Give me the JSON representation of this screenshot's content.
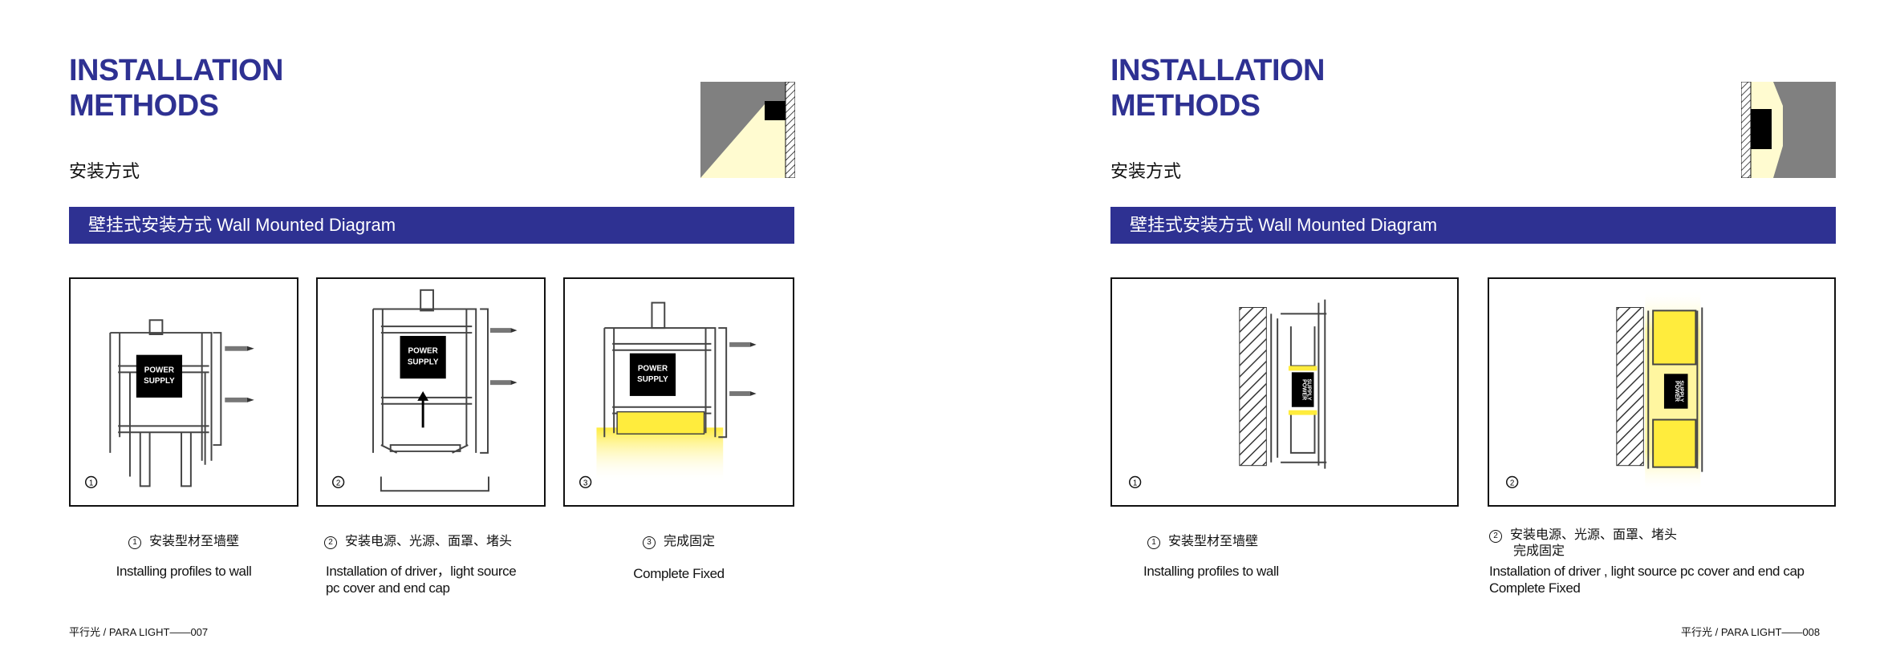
{
  "pages": [
    {
      "title_line1": "INSTALLATION",
      "title_line2": "METHODS",
      "subtitle": "安装方式",
      "bar_text": "壁挂式安装方式    Wall Mounted Diagram",
      "panels": [
        {
          "num": "1",
          "supply_line1": "POWER",
          "supply_line2": "SUPPLY"
        },
        {
          "num": "2",
          "supply_line1": "POWER",
          "supply_line2": "SUPPLY"
        },
        {
          "num": "3",
          "supply_line1": "POWER",
          "supply_line2": "SUPPLY"
        }
      ],
      "steps": [
        {
          "num": "1",
          "cn": "安装型材至墙壁",
          "en_line1": "Installing profiles to wall",
          "en_line2": ""
        },
        {
          "num": "2",
          "cn": "安装电源、光源、面罩、堵头",
          "en_line1": "Installation of driver，light source",
          "en_line2": "pc cover and end cap"
        },
        {
          "num": "3",
          "cn": "完成固定",
          "en_line1": "Complete Fixed",
          "en_line2": ""
        }
      ],
      "footer": "平行光 / PARA LIGHT——007"
    },
    {
      "title_line1": "INSTALLATION",
      "title_line2": "METHODS",
      "subtitle": "安装方式",
      "bar_text": "壁挂式安装方式    Wall Mounted Diagram",
      "panels": [
        {
          "num": "1",
          "supply_line1": "POWER",
          "supply_line2": "SUPPLY"
        },
        {
          "num": "2",
          "supply_line1": "POWER",
          "supply_line2": "SUPPLY"
        }
      ],
      "steps": [
        {
          "num": "1",
          "cn": "安装型材至墙壁",
          "en_line1": "Installing profiles to wall"
        },
        {
          "num": "2",
          "cn": "安装电源、光源、面罩、堵头",
          "cn_line2": "完成固定",
          "en_line1": "Installation of driver , light source pc cover and end cap",
          "en_line2": "Complete Fixed"
        }
      ],
      "footer": "平行光 / PARA LIGHT——008"
    }
  ],
  "colors": {
    "brand_blue": "#2e3192",
    "light_yellow": "#fffbd0",
    "lamp_yellow": "#ffec3d",
    "wall_gray": "#808080"
  }
}
